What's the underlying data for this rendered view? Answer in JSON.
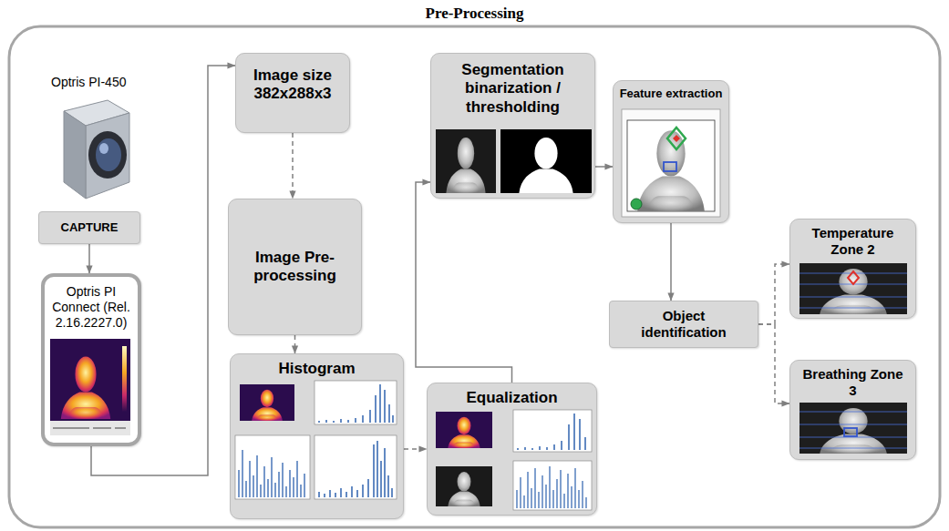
{
  "diagram": {
    "title": "Pre-Processing",
    "nodes": [
      {
        "text": [
          "CAPTURE"
        ]
      },
      {
        "text": [
          "Optris PI Connect (Rel. 2.16.2227.0)"
        ]
      },
      {
        "text": [
          "Image size 382x288x3"
        ]
      },
      {
        "text": [
          "Image Pre-processing"
        ]
      },
      {
        "text": [
          "Histogram"
        ]
      },
      {
        "text": [
          "Equalization"
        ]
      },
      {
        "text": [
          "Segmentation binarization / thresholding"
        ]
      },
      {
        "text": [
          "Feature extraction"
        ]
      },
      {
        "text": [
          "Object identification"
        ]
      },
      {
        "text": [
          "Temperature Zone 2"
        ]
      },
      {
        "text": [
          "Breathing Zone 3"
        ]
      }
    ],
    "edges": [
      {
        "from": 0,
        "to": 1,
        "arrow": "to"
      },
      {
        "from": 1,
        "to": 2,
        "arrow": "to"
      },
      {
        "from": 2,
        "to": 3,
        "arrow": "to"
      },
      {
        "from": 3,
        "to": 4,
        "arrow": "to"
      },
      {
        "from": 4,
        "to": 5,
        "arrow": "to"
      },
      {
        "from": 5,
        "to": 6,
        "arrow": "to"
      },
      {
        "from": 6,
        "to": 7,
        "arrow": "to"
      },
      {
        "from": 7,
        "to": 8,
        "arrow": "to"
      },
      {
        "from": 8,
        "to": 9,
        "arrow": "to"
      },
      {
        "from": 8,
        "to": 10,
        "arrow": "to"
      }
    ],
    "labels": [
      "Optris PI-450"
    ]
  }
}
